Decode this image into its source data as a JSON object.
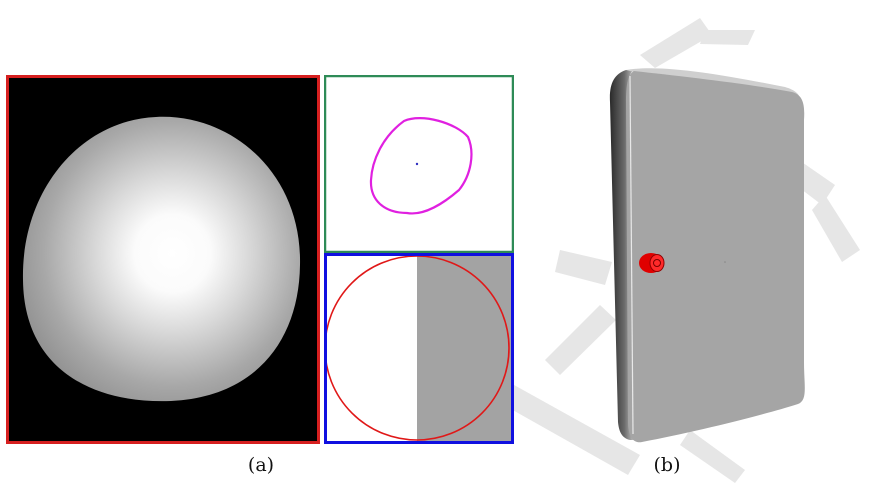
{
  "figure": {
    "captions": {
      "a": "(a)",
      "b": "(b)"
    },
    "colors": {
      "frame_red": "#d61f1f",
      "frame_green": "#2e8b57",
      "frame_blue": "#1010e0",
      "contour_magenta": "#e020e0",
      "circle_red": "#e01818",
      "half_fill_gray": "#a3a3a3",
      "sphere_background": "#000000",
      "slab_gray": "#a5a5a5",
      "marker_red": "#e00000",
      "watermark_gray": "#e6e6e6"
    },
    "icons": {
      "sphere": "shaded-sphere",
      "contour": "closed-contour",
      "circle": "circle-outline",
      "slab": "3d-slab",
      "marker": "red-marker",
      "watermark": "watermark"
    }
  }
}
